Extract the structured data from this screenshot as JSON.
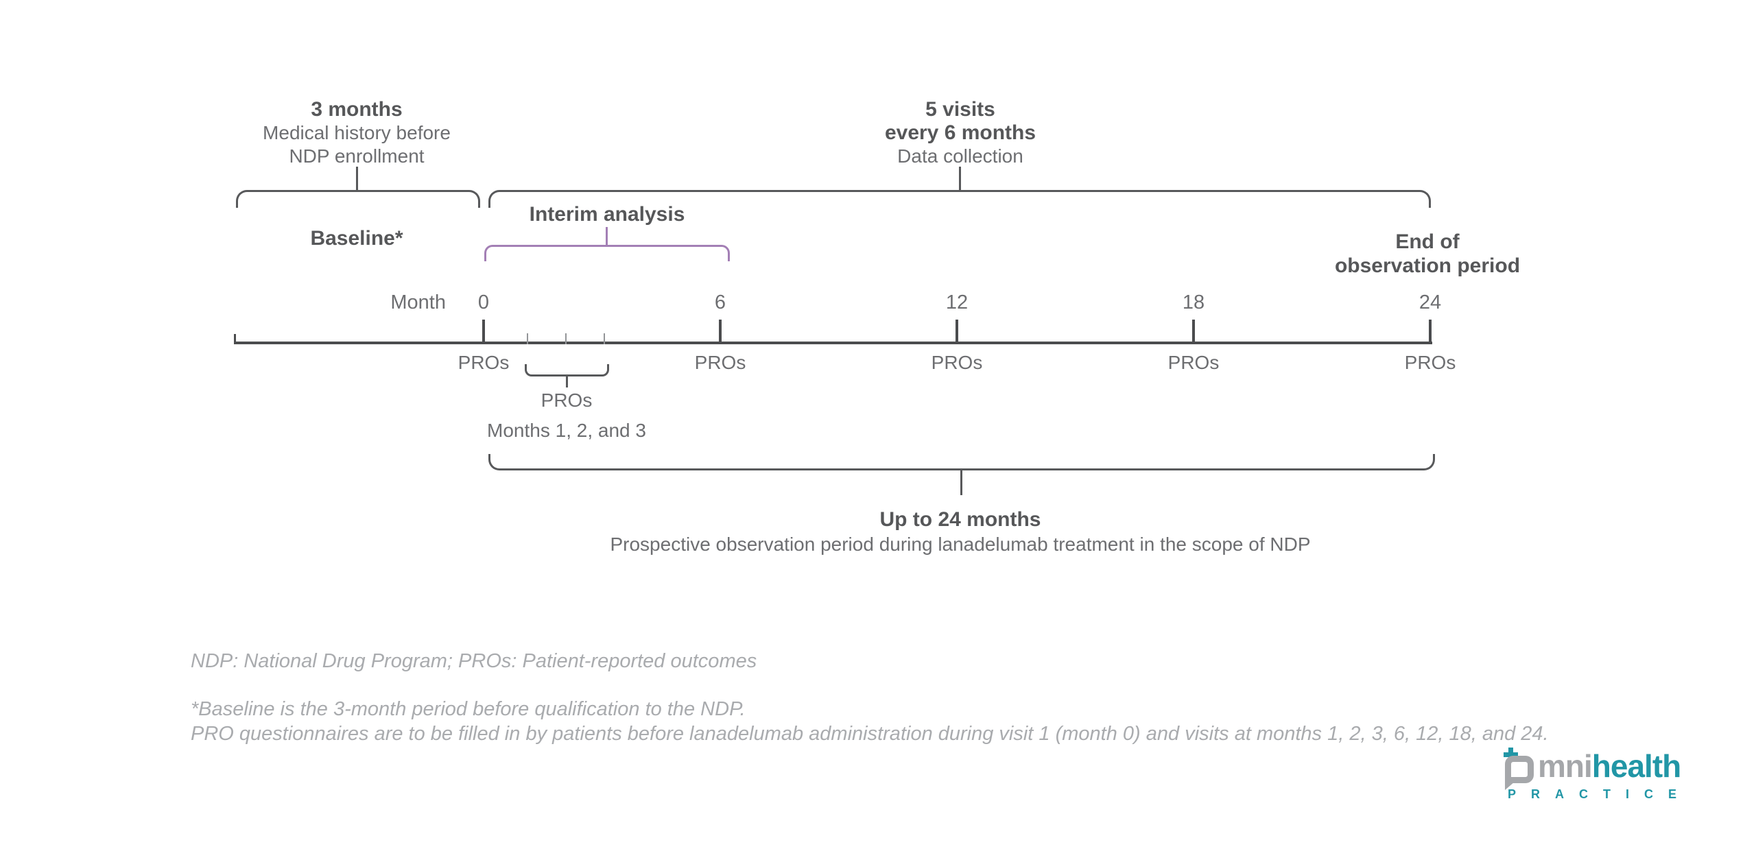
{
  "colors": {
    "dark_text": "#565759",
    "body_text": "#6d6e71",
    "axis_line": "#4b4c4e",
    "purple_accent": "#9c5fa5",
    "purple_bracket": "#a37fb5",
    "footnote_gray": "#a9abae",
    "logo_teal": "#2196a6",
    "logo_gray": "#a5a7aa"
  },
  "annotations": {
    "history": {
      "title": "3 months",
      "line1": "Medical history before",
      "line2": "NDP enrollment"
    },
    "visits": {
      "title": "5 visits",
      "title2": "every 6 months",
      "subtitle": "Data collection"
    },
    "baseline_label": "Baseline*",
    "interim_label": "Interim analysis",
    "end_label": {
      "line1": "End of",
      "line2": "observation period"
    }
  },
  "timeline": {
    "axis_label": "Month",
    "months": [
      "0",
      "6",
      "12",
      "18",
      "24"
    ],
    "pro_label": "PROs",
    "minor": {
      "pro_label": "PROs",
      "caption": "Months 1, 2, and 3"
    }
  },
  "observation": {
    "title": "Up to 24 months",
    "subtitle": "Prospective observation period during lanadelumab treatment in the scope of NDP"
  },
  "footnotes": {
    "abbreviations": "NDP: National Drug Program; PROs: Patient-reported outcomes",
    "baseline_note": "*Baseline is the 3-month period before qualification to the NDP.",
    "pro_note": "PRO questionnaires are to be filled in by patients before lanadelumab administration during visit 1 (month 0) and visits at months 1, 2, 3, 6, 12, 18, and 24."
  },
  "logo": {
    "word_gray": "mni",
    "word_teal": "health",
    "subtext": "PRACTICE"
  }
}
